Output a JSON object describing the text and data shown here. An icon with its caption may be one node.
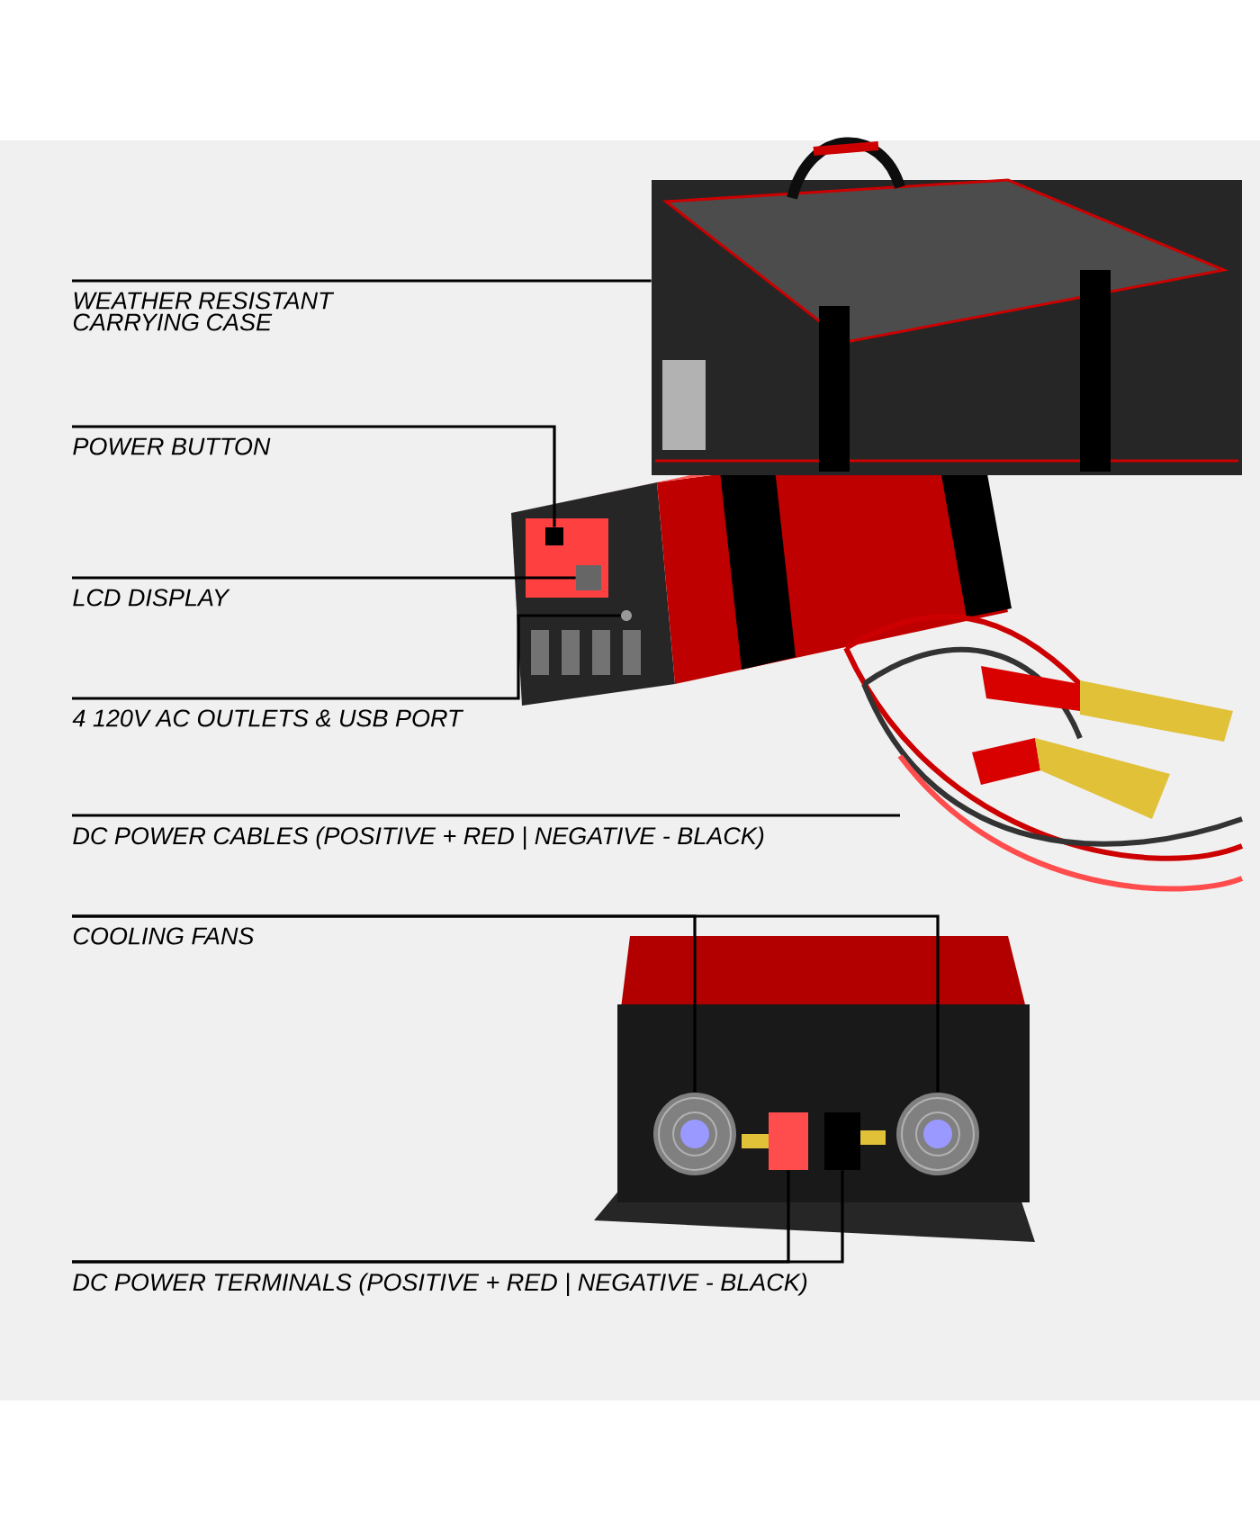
{
  "diagram": {
    "nodes": [
      {
        "text": [
          "WEATHER RESISTANT CARRYING CASE"
        ]
      },
      {
        "text": [
          "POWER BUTTON"
        ]
      },
      {
        "text": [
          "LCD DISPLAY"
        ]
      },
      {
        "text": [
          "4 120V AC OUTLETS & USB PORT"
        ]
      },
      {
        "text": [
          "DC POWER CABLES (POSITIVE + RED | NEGATIVE - BLACK)"
        ]
      },
      {
        "text": [
          "COOLING FANS"
        ]
      },
      {
        "text": [
          "DC POWER TERMINALS (POSITIVE + RED | NEGATIVE - BLACK)"
        ]
      },
      {
        "text": [],
        "shape": "box"
      },
      {
        "text": [],
        "shape": "box"
      },
      {
        "text": [],
        "shape": "box"
      },
      {
        "text": [],
        "shape": "circle"
      },
      {
        "text": [],
        "shape": "circle"
      },
      {
        "text": [],
        "shape": "circle"
      },
      {
        "text": [],
        "shape": "box"
      },
      {
        "text": [],
        "shape": "box"
      }
    ],
    "edges": [
      {
        "from": 0,
        "to": 7,
        "arrow": "none"
      },
      {
        "from": 1,
        "to": 8,
        "arrow": "none"
      },
      {
        "from": 2,
        "to": 9,
        "arrow": "none"
      },
      {
        "from": 3,
        "to": 10,
        "arrow": "none"
      },
      {
        "from": 4,
        "to": null,
        "arrow": "none"
      },
      {
        "from": 5,
        "to": 11,
        "arrow": "none"
      },
      {
        "from": 5,
        "to": 12,
        "arrow": "none"
      },
      {
        "from": 6,
        "to": 13,
        "arrow": "none"
      },
      {
        "from": 6,
        "to": 14,
        "arrow": "none"
      }
    ]
  }
}
